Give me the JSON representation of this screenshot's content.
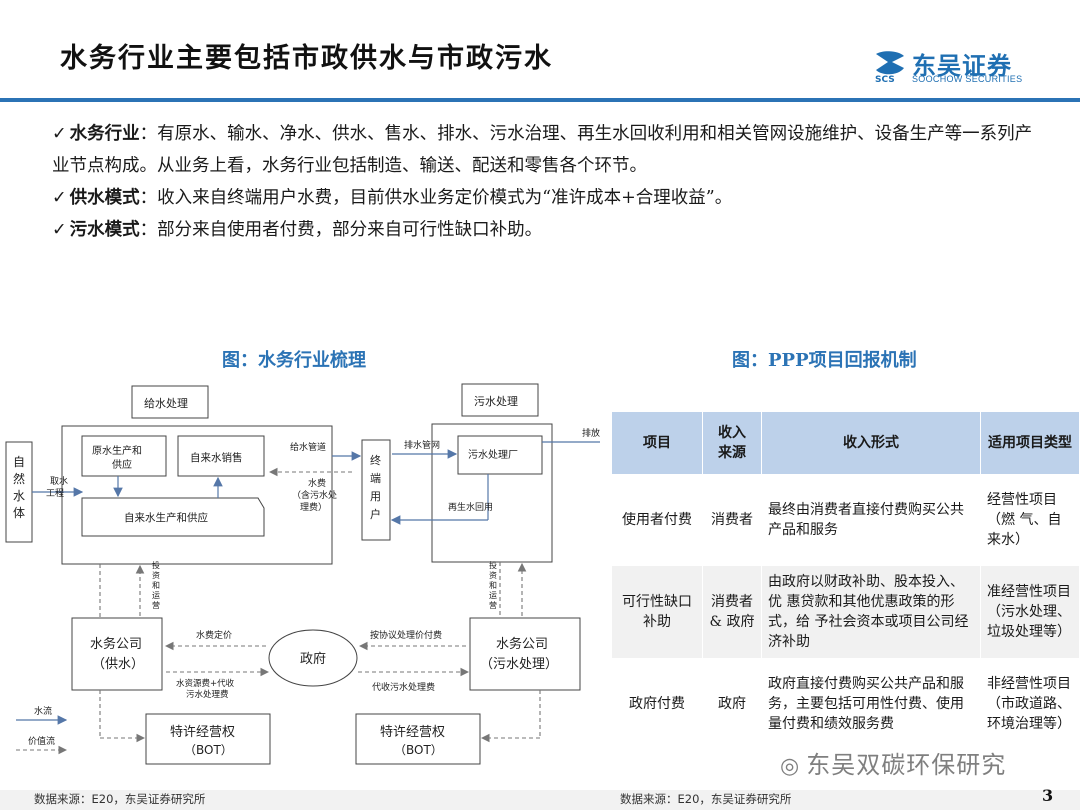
{
  "header": {
    "title": "水务行业主要包括市政供水与市政污水",
    "logo_cn": "东吴证券",
    "logo_en": "SOOCHOW SECURITIES",
    "logo_mark": "SCS"
  },
  "bullets": [
    {
      "key": "水务行业",
      "text": "：有原水、输水、净水、供水、售水、排水、污水治理、再生水回收利用和相关管网设施维护、设备生产等一系列产业节点构成。从业务上看，水务行业包括制造、输送、配送和零售各个环节。"
    },
    {
      "key": "供水模式",
      "text": "：收入来自终端用户水费，目前供水业务定价模式为“准许成本+合理收益”。"
    },
    {
      "key": "污水模式",
      "text": "：部分来自使用者付费，部分来自可行性缺口补助。"
    }
  ],
  "captions": {
    "left": "图：水务行业梳理",
    "right": "图：PPP项目回报机制"
  },
  "diagram": {
    "water_supply_label": "给水处理",
    "sewage_label": "污水处理",
    "natural_water": [
      "自",
      "然",
      "水",
      "体"
    ],
    "intake": [
      "取水",
      "工程"
    ],
    "raw_water": [
      "原水生产和",
      "供应"
    ],
    "tap_sales": "自来水销售",
    "tap_production": "自来水生产和供应",
    "pipe": "给水管道",
    "fee": [
      "水费",
      "（含污水处",
      "理费）"
    ],
    "end_user": [
      "终",
      "端",
      "用",
      "户"
    ],
    "drain_pipe": "排水管网",
    "sewage_plant": "污水处理厂",
    "discharge": "排放",
    "recycled": "再生水回用",
    "invest_ops": [
      "投",
      "资",
      "和",
      "运",
      "营"
    ],
    "company_supply": [
      "水务公司",
      "（供水）"
    ],
    "company_sewage": [
      "水务公司",
      "（污水处理）"
    ],
    "government": "政府",
    "water_pricing": "水费定价",
    "resource_fee": [
      "水资源费+代收",
      "污水处理费"
    ],
    "agreed_fee": "按协议处理价付费",
    "collect_fee": "代收污水处理费",
    "franchise": [
      "特许经营权",
      "（BOT）"
    ],
    "legend_water": "水流",
    "legend_value": "价值流"
  },
  "table": {
    "headers": [
      "项目",
      "收入\n来源",
      "收入形式",
      "适用项目类型"
    ],
    "rows": [
      {
        "project": "使用者付费",
        "source": "消费者",
        "form": "最终由消费者直接付费购买公共产品和服务",
        "type": "经营性项目（燃 气、自来水）"
      },
      {
        "project": "可行性缺口补助",
        "source": "消费者& 政府",
        "form": "由政府以财政补助、股本投入、优 惠贷款和其他优惠政策的形式，给 予社会资本或项目公司经济补助",
        "type": "准经营性项目（污水处理、垃圾处理等）"
      },
      {
        "project": "政府付费",
        "source": "政府",
        "form": "政府直接付费购买公共产品和服务，主要包括可用性付费、使用量付费和绩效服务费",
        "type": "非经营性项目（市政道路、环境治理等）"
      }
    ]
  },
  "footer": {
    "source_left": "数据来源：E20，东吴证券研究所",
    "source_right": "数据来源：E20，东吴证券研究所",
    "watermark": "东吴双碳环保研究",
    "page": "3"
  },
  "colors": {
    "accent": "#2b73b5",
    "table_header": "#bdd1ea"
  }
}
